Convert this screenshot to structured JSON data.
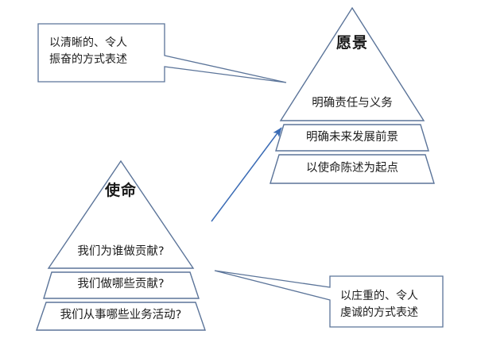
{
  "diagram": {
    "title_visible": false,
    "background_color": "#ffffff",
    "line_color": "#5b7499",
    "arrow_color": "#3a6bb5",
    "text_color": "#1a1a1a"
  },
  "pyramids": [
    {
      "id": "vision",
      "title": "愿景",
      "bands": [
        {
          "label": "明确责任与义务"
        },
        {
          "label": "明确未来发展前景"
        },
        {
          "label": "以使命陈述为起点"
        }
      ]
    },
    {
      "id": "mission",
      "title": "使命",
      "bands": [
        {
          "label": "我们为谁做贡献?"
        },
        {
          "label": "我们做哪些贡献?"
        },
        {
          "label": "我们从事哪些业务活动?"
        }
      ]
    }
  ],
  "callouts": [
    {
      "id": "vision-callout",
      "text": "以清晰的、令人\n振奋的方式表述",
      "points_to": "vision"
    },
    {
      "id": "mission-callout",
      "text": "以庄重的、令人\n虔诚的方式表述",
      "points_to": "mission"
    }
  ],
  "connector": {
    "id": "mission-to-vision-arrow",
    "from": "mission",
    "to": "vision"
  }
}
